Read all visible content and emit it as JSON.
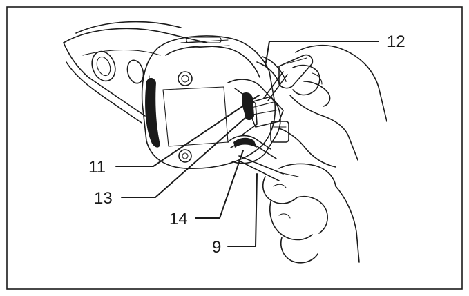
{
  "callouts": [
    {
      "id": "11",
      "label": "11"
    },
    {
      "id": "12",
      "label": "12"
    },
    {
      "id": "13",
      "label": "13"
    },
    {
      "id": "14",
      "label": "14"
    },
    {
      "id": "9",
      "label": "9"
    }
  ]
}
